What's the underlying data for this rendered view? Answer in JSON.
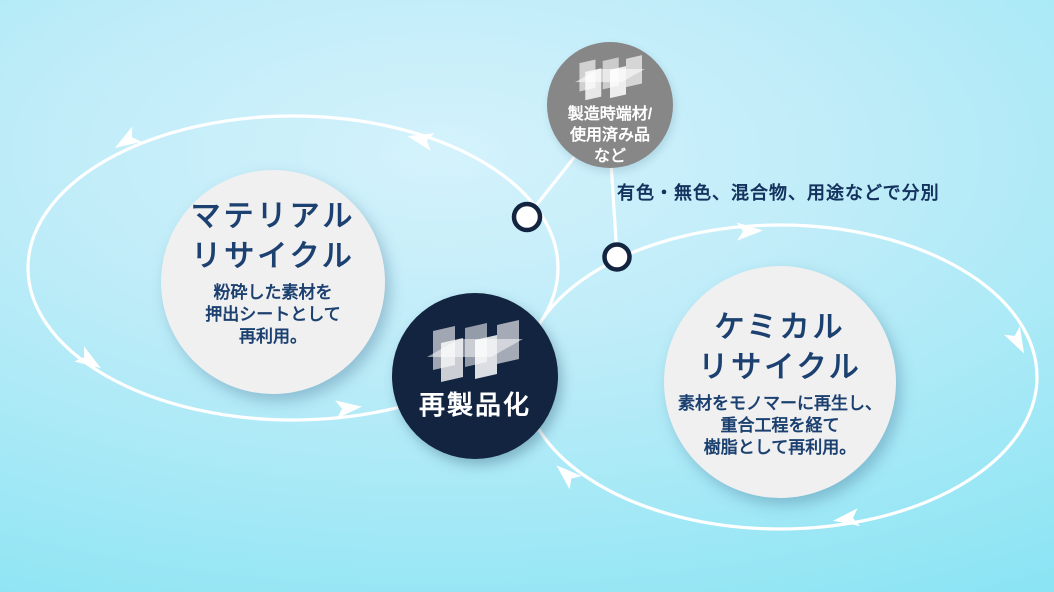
{
  "diagram": {
    "source_circle": {
      "icon": "sheet-stack-icon",
      "line1": "製造時端材/",
      "line2": "使用済み品",
      "line3": "など"
    },
    "sorting_note": "有色・無色、混合物、用途などで分別",
    "material_circle": {
      "title_line1": "マテリアル",
      "title_line2": "リサイクル",
      "desc_line1": "粉砕した素材を",
      "desc_line2": "押出シートとして",
      "desc_line3": "再利用。"
    },
    "center_circle": {
      "icon": "sheet-stack-icon",
      "label": "再製品化"
    },
    "chemical_circle": {
      "title_line1": "ケミカル",
      "title_line2": "リサイクル",
      "desc_line1": "素材をモノマーに再生し、",
      "desc_line2": "重合工程を経て",
      "desc_line3": "樹脂として再利用。"
    },
    "colors": {
      "background_light": "#d4f2fc",
      "background_deep": "#7be1f1",
      "navy": "#132440",
      "source_gray": "#878787",
      "heading_text": "#1c4170",
      "note_text": "#14325e",
      "circle_fill": "#f0f0f1",
      "flow_line": "#ffffff"
    }
  }
}
